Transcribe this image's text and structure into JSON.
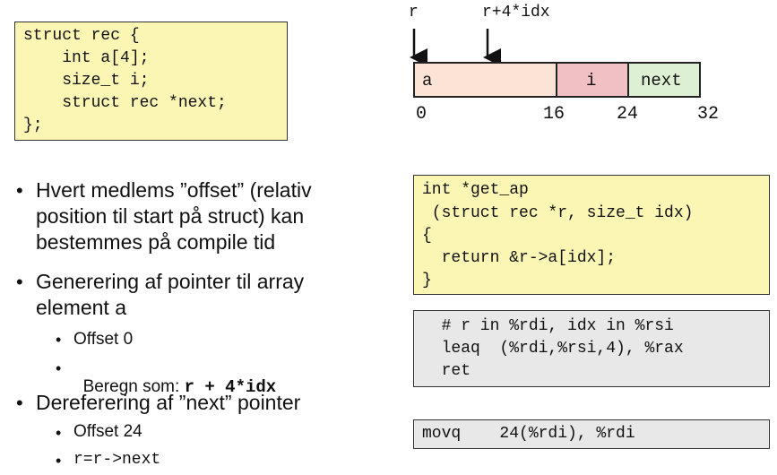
{
  "struct_code": [
    "struct rec {",
    "    int a[4];",
    "    size_t i;",
    "    struct rec *next;",
    "};"
  ],
  "diagram": {
    "pointer_r": "r",
    "pointer_r_idx": "r+4*idx",
    "fields": [
      "a",
      "i",
      "next"
    ],
    "offsets": [
      "0",
      "16",
      "24",
      "32"
    ],
    "colors": {
      "a": "#fbe3d6",
      "i": "#f0c0c4",
      "next": "#def0d4"
    }
  },
  "bullets": {
    "b1": [
      "Hvert medlems ”offset” (relativ",
      "position til start på struct) kan",
      "bestemmes på compile tid"
    ],
    "b2": [
      "Generering af pointer til array",
      "element a"
    ],
    "b2_sub1": "Offset 0",
    "b2_sub2_label": "Beregn som: ",
    "b2_sub2_code": "r + 4*idx",
    "b3": "Dereferering af ”next” pointer",
    "b3_sub1": "Offset 24",
    "b3_sub2_code": "r=r->next"
  },
  "func_code": [
    "int *get_ap",
    " (struct rec *r, size_t idx)",
    "{",
    "  return &r->a[idx];",
    "}"
  ],
  "asm_code": [
    "  # r in %rdi, idx in %rsi",
    "  leaq  (%rdi,%rsi,4), %rax",
    "  ret"
  ],
  "movq_code": "movq    24(%rdi), %rdi"
}
